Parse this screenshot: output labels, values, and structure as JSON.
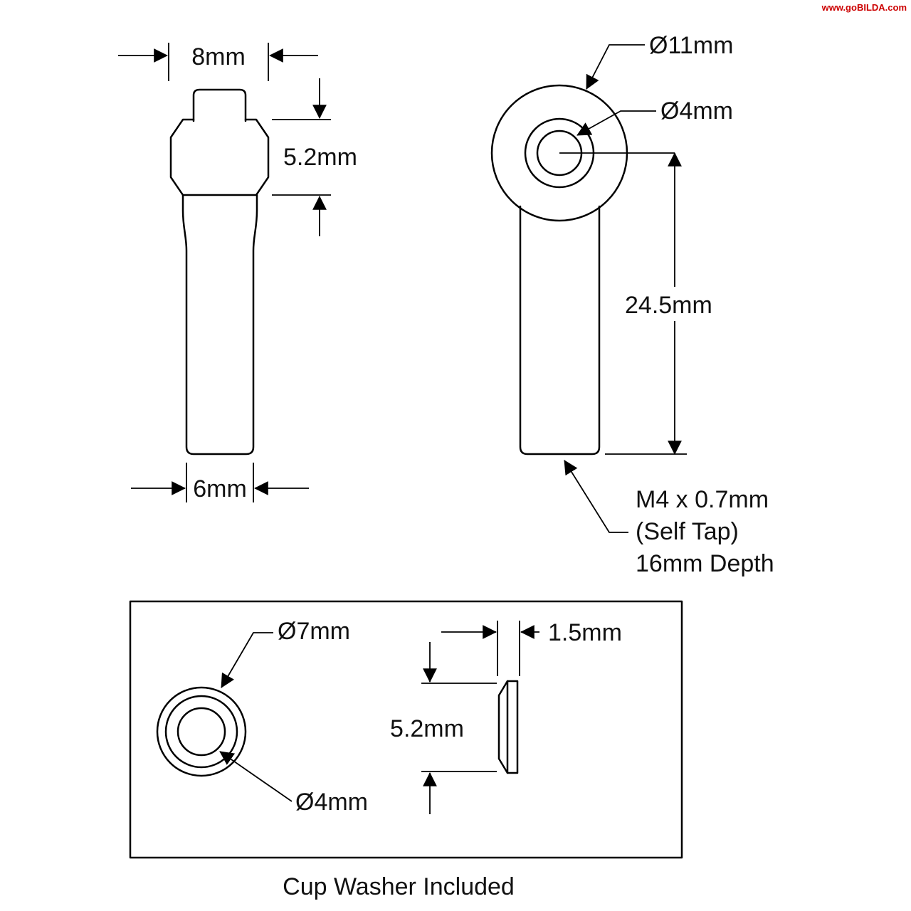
{
  "watermark": {
    "text": "www.goBILDA.com",
    "color": "#cc0000"
  },
  "side_view": {
    "dim_head_width": "8mm",
    "dim_ball_thickness": "5.2mm",
    "dim_shaft_width": "6mm"
  },
  "front_view": {
    "dim_head_diameter": "Ø11mm",
    "dim_hole_diameter": "Ø4mm",
    "dim_overall_length": "24.5mm",
    "thread_note": {
      "line1": "M4 x 0.7mm",
      "line2": "(Self Tap)",
      "line3": "16mm Depth"
    }
  },
  "washer_panel": {
    "dim_outer_diameter": "Ø7mm",
    "dim_inner_diameter": "Ø4mm",
    "dim_thickness": "1.5mm",
    "dim_height": "5.2mm",
    "caption": "Cup Washer Included"
  }
}
